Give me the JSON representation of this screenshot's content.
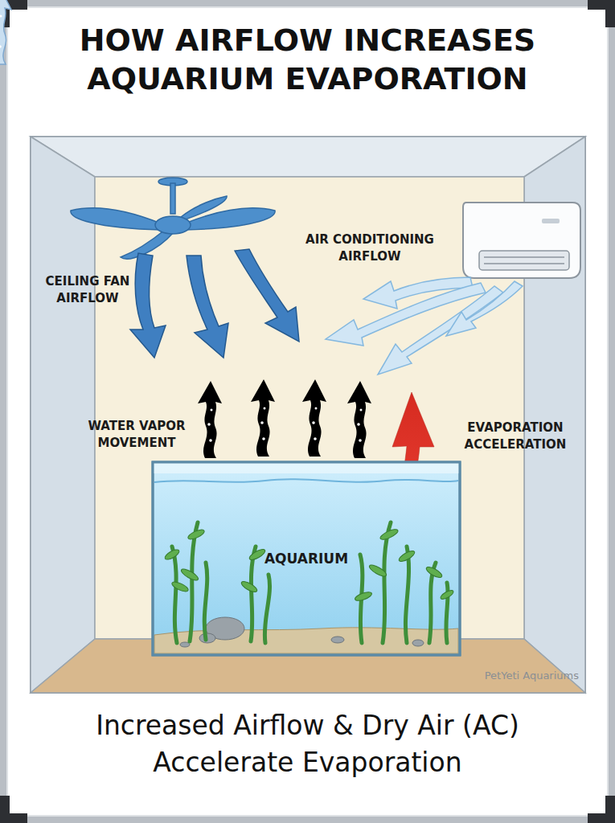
{
  "diagram": {
    "title": "HOW AIRFLOW INCREASES AQUARIUM EVAPORATION",
    "caption": "Increased Airflow & Dry Air (AC) Accelerate Evaporation",
    "nodes": [
      {
        "text": [
          "AQUARIUM"
        ]
      }
    ],
    "labels": [
      "CEILING FAN AIRFLOW",
      "AIR CONDITIONING AIRFLOW",
      "WATER VAPOR MOVEMENT",
      "EVAPORATION ACCELERATION",
      "PetYeti Aquariums"
    ]
  }
}
